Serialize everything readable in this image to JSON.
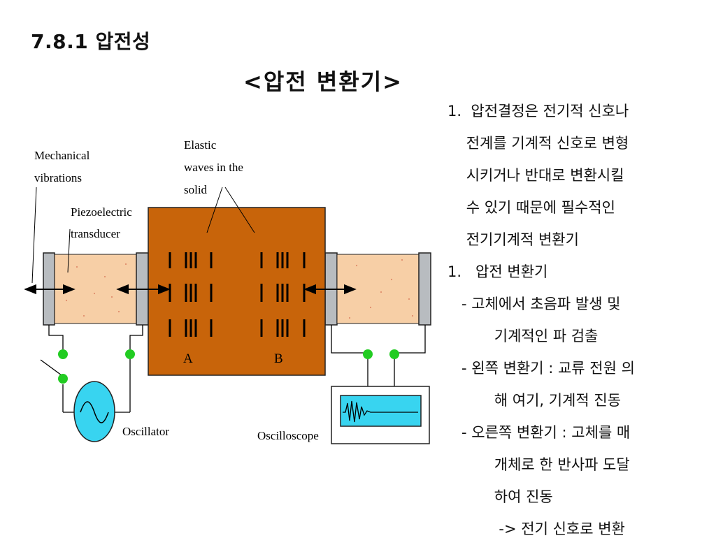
{
  "section_title": "7.8.1 압전성",
  "slide_title": "<압전 변환기>",
  "diagram": {
    "labels": {
      "mechanical_line1": "Mechanical",
      "mechanical_line2": "vibrations",
      "piezo_line1": "Piezoelectric",
      "piezo_line2": "transducer",
      "elastic_line1": "Elastic",
      "elastic_line2": "waves in the",
      "elastic_line3": "solid",
      "oscillator": "Oscillator",
      "oscilloscope": "Oscilloscope",
      "region_a": "A",
      "region_b": "B"
    },
    "colors": {
      "solid": "#c8640a",
      "transducer": "#f7cfa6",
      "electrode": "#b8bcc0",
      "terminal": "#22cc22",
      "oscillator": "#38d4f0",
      "screen": "#38d4f0"
    }
  },
  "notes": [
    "1.  압전결정은 전기적 신호나",
    "    전계를 기계적 신호로 변형",
    "    시키거나 반대로 변환시킬",
    "    수 있기 때문에 필수적인",
    "    전기기계적 변환기",
    "1.   압전 변환기",
    "   - 고체에서 초음파 발생 및",
    "          기계적인 파 검출",
    "   - 왼쪽 변환기 : 교류 전원 의",
    "          해 여기, 기계적 진동",
    "   - 오른쪽 변환기 : 고체를 매",
    "          개체로 한 반사파 도달",
    "          하여 진동",
    "           -> 전기 신호로 변환"
  ]
}
